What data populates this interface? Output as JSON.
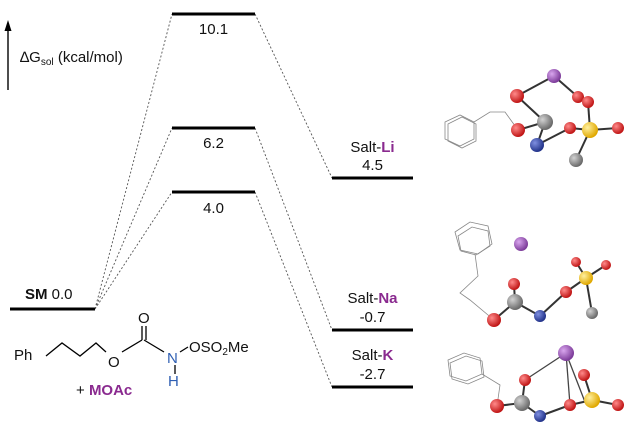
{
  "axis": {
    "symbol": "∆G",
    "subscript": "sol",
    "unit": "(kcal/mol)"
  },
  "start": {
    "name": "SM",
    "value": "0.0",
    "reagent_prefix": "+",
    "reagent": "MOAc"
  },
  "transition_states": [
    {
      "value": "10.1"
    },
    {
      "value": "6.2"
    },
    {
      "value": "4.0"
    }
  ],
  "salts": [
    {
      "prefix": "Salt-",
      "metal": "Li",
      "value": "4.5"
    },
    {
      "prefix": "Salt-",
      "metal": "Na",
      "value": "-0.7"
    },
    {
      "prefix": "Salt-",
      "metal": "K",
      "value": "-2.7"
    }
  ],
  "structure": {
    "ph": "Ph",
    "o_ester": "O",
    "o_carbonyl": "O",
    "n": "N",
    "h": "H",
    "oso2me_a": "OSO",
    "oso2me_sub": "2",
    "oso2me_b": "Me"
  },
  "colors": {
    "metal_label": "#8a2a8f",
    "nitrogen_label": "#2f5fb3",
    "atom_red": "#d81f1f",
    "atom_blue": "#2a3f9c",
    "atom_grey": "#7d7d7d",
    "atom_yellow": "#f2c20b",
    "atom_purple": "#9b4fb8"
  }
}
